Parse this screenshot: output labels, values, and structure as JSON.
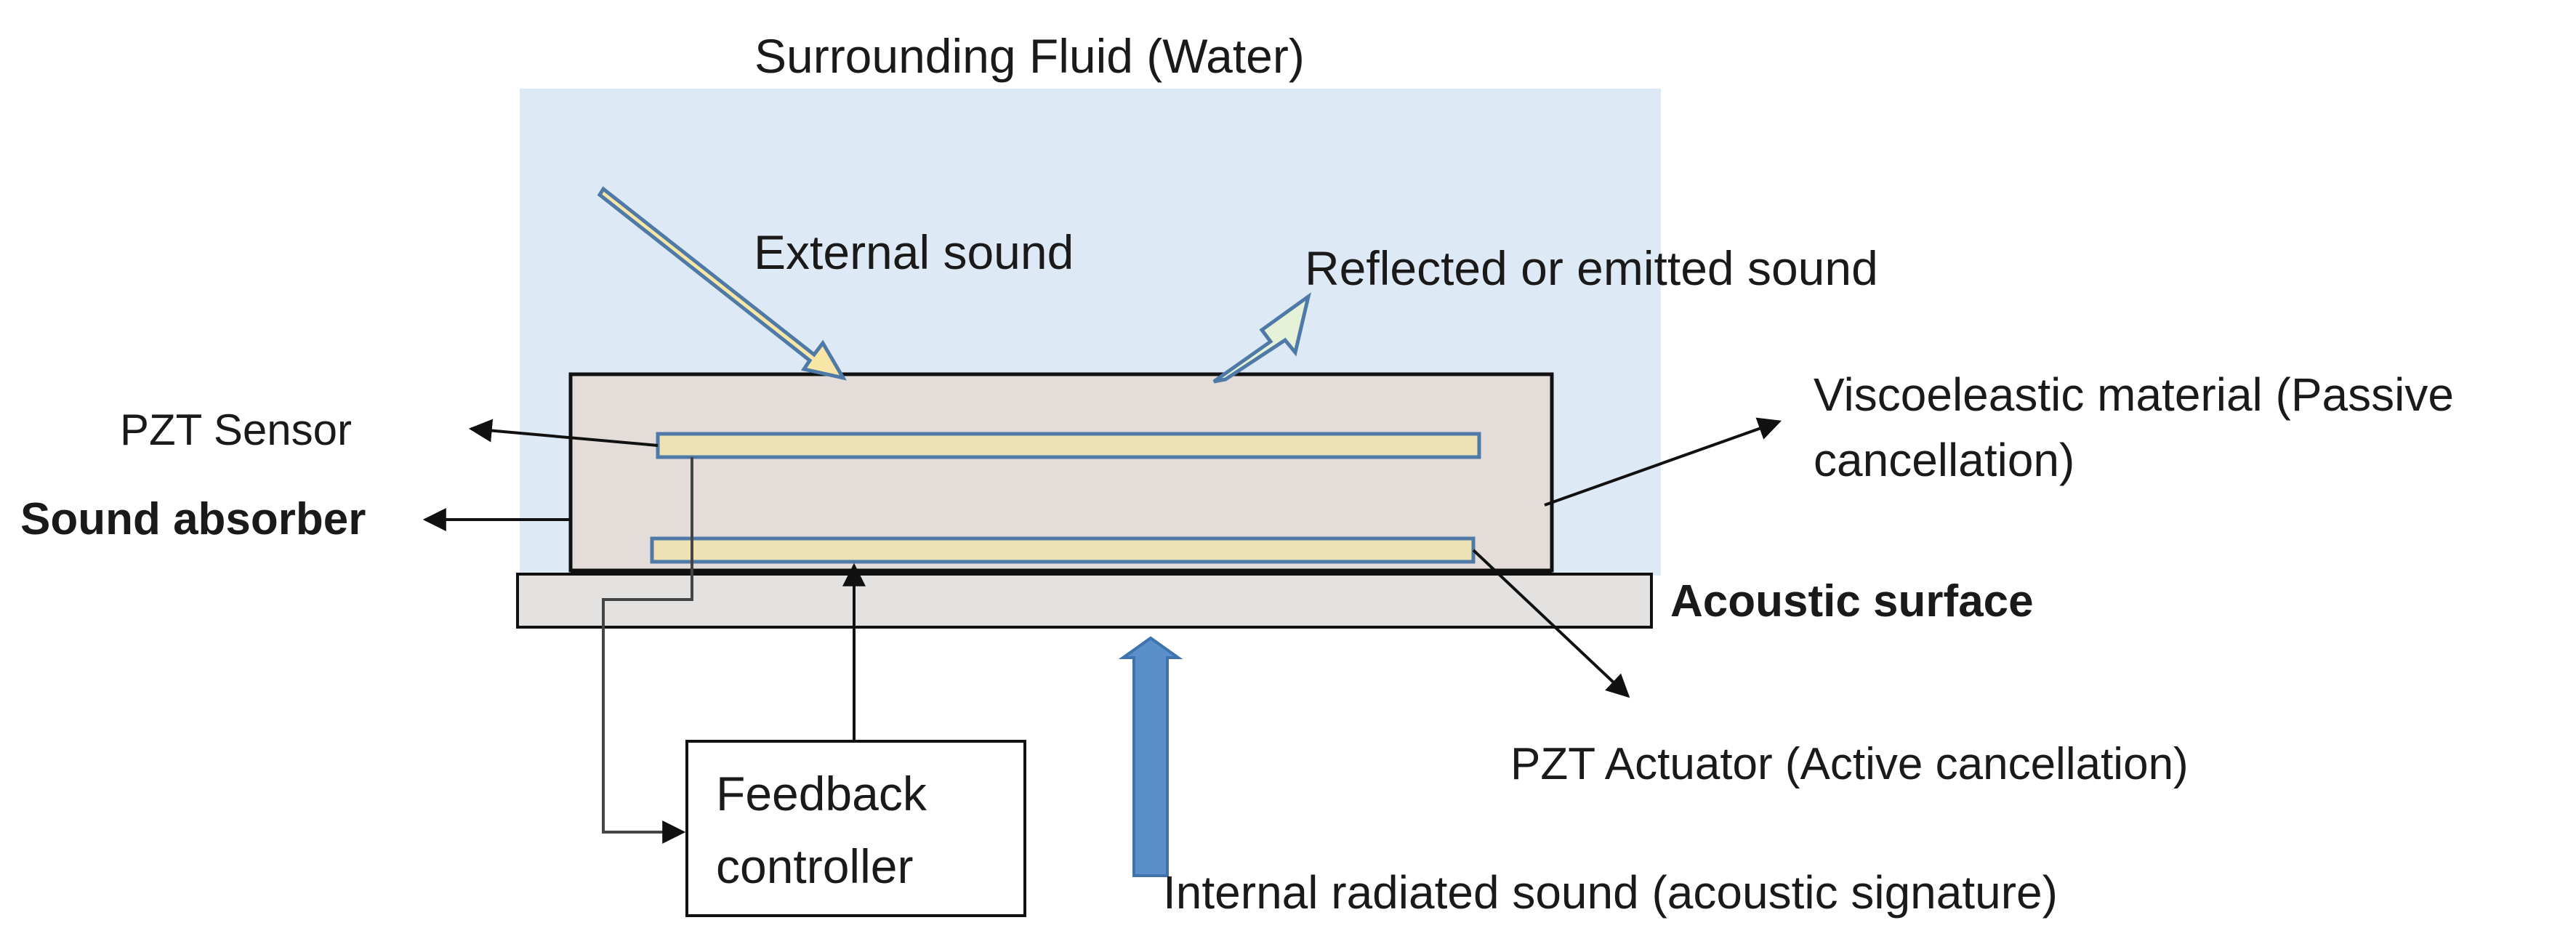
{
  "labels": {
    "fluid": "Surrounding Fluid (Water)",
    "external_sound": "External sound",
    "reflected": "Reflected or emitted sound",
    "pzt_sensor": "PZT Sensor",
    "sound_absorber": "Sound absorber",
    "visco_line1": "Viscoeleastic  material (Passive",
    "visco_line2": "cancellation)",
    "acoustic_surface": "Acoustic surface",
    "pzt_actuator": "PZT Actuator  (Active cancellation)",
    "feedback_line1": "Feedback",
    "feedback_line2": "controller",
    "internal_sound": "Internal radiated sound (acoustic signature)"
  },
  "colors": {
    "fluid": "#dde9f4",
    "absorber": "#e4dcd9",
    "pzt_fill": "#eee2b4",
    "pzt_stroke": "#4f79a6",
    "surface": "#e4e1e1",
    "incident_arrow": "#f7e6a6",
    "reflected_arrow": "#e6f2d8",
    "internal_arrow": "#5b8fc9",
    "line": "#111111"
  }
}
